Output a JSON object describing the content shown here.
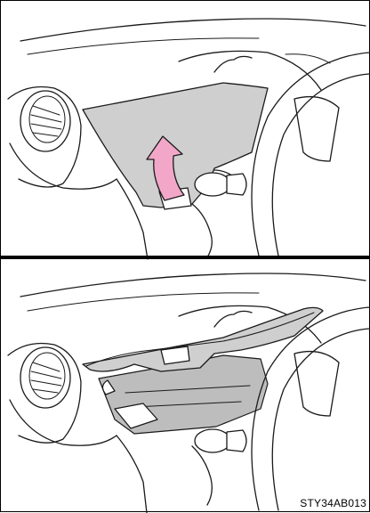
{
  "figure": {
    "code": "STY34AB013",
    "panels": [
      {
        "name": "glove-box-closed",
        "arrow_color": "#f2a7c9",
        "lid_color": "#cfcfcf"
      },
      {
        "name": "glove-box-open",
        "lid_color": "#cfcfcf"
      }
    ]
  }
}
